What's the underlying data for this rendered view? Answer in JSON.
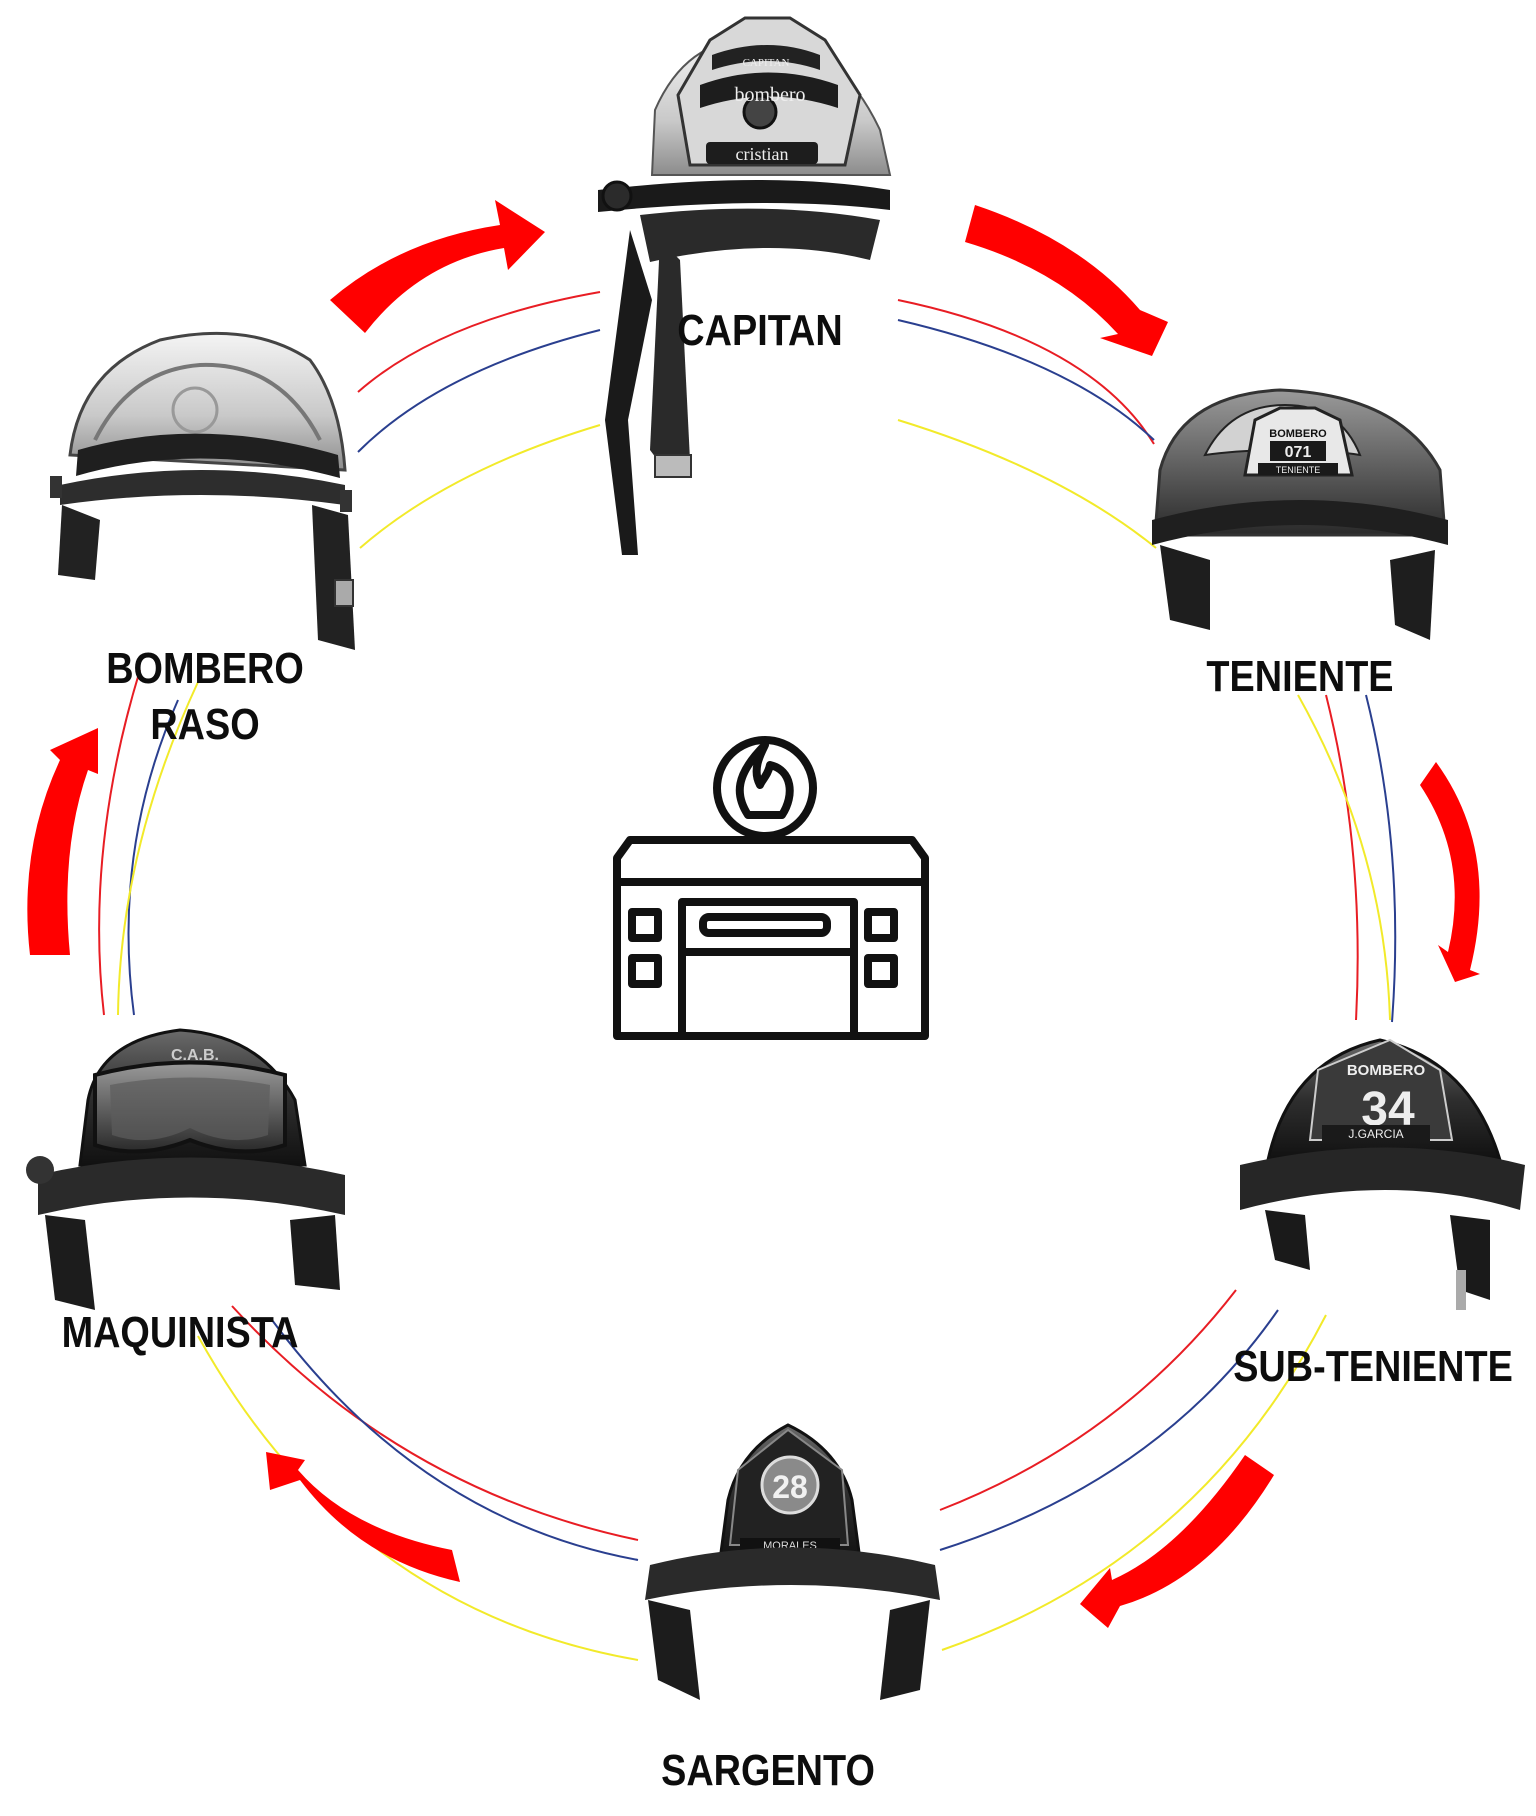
{
  "diagram": {
    "center_icon": "fire-station-icon",
    "flow_arrow_color": "#ff0000",
    "line_colors": {
      "red": "#e81d24",
      "blue": "#2a3f8f",
      "yellow": "#f2ea2a"
    },
    "ranks": [
      {
        "id": "capitan",
        "label": "CAPITAN",
        "helmet_icon": "capitan-helmet-icon",
        "plate_text": [
          "CAPITAN",
          "bombero",
          "cristian"
        ]
      },
      {
        "id": "teniente",
        "label": "TENIENTE",
        "helmet_icon": "teniente-helmet-icon",
        "plate_text": [
          "BOMBERO",
          "071",
          "TENIENTE"
        ]
      },
      {
        "id": "sub-teniente",
        "label": "SUB-TENIENTE",
        "helmet_icon": "sub-teniente-helmet-icon",
        "plate_text": [
          "BOMBERO",
          "34",
          "J.GARCIA"
        ]
      },
      {
        "id": "sargento",
        "label": "SARGENTO",
        "helmet_icon": "sargento-helmet-icon",
        "plate_text": [
          "28",
          "MORALES"
        ]
      },
      {
        "id": "maquinista",
        "label": "MAQUINISTA",
        "helmet_icon": "maquinista-helmet-icon",
        "plate_text": [
          "C.A.B."
        ]
      },
      {
        "id": "bombero-raso",
        "label_lines": [
          "BOMBERO",
          "RASO"
        ],
        "helmet_icon": "bombero-raso-helmet-icon",
        "plate_text": []
      }
    ]
  }
}
